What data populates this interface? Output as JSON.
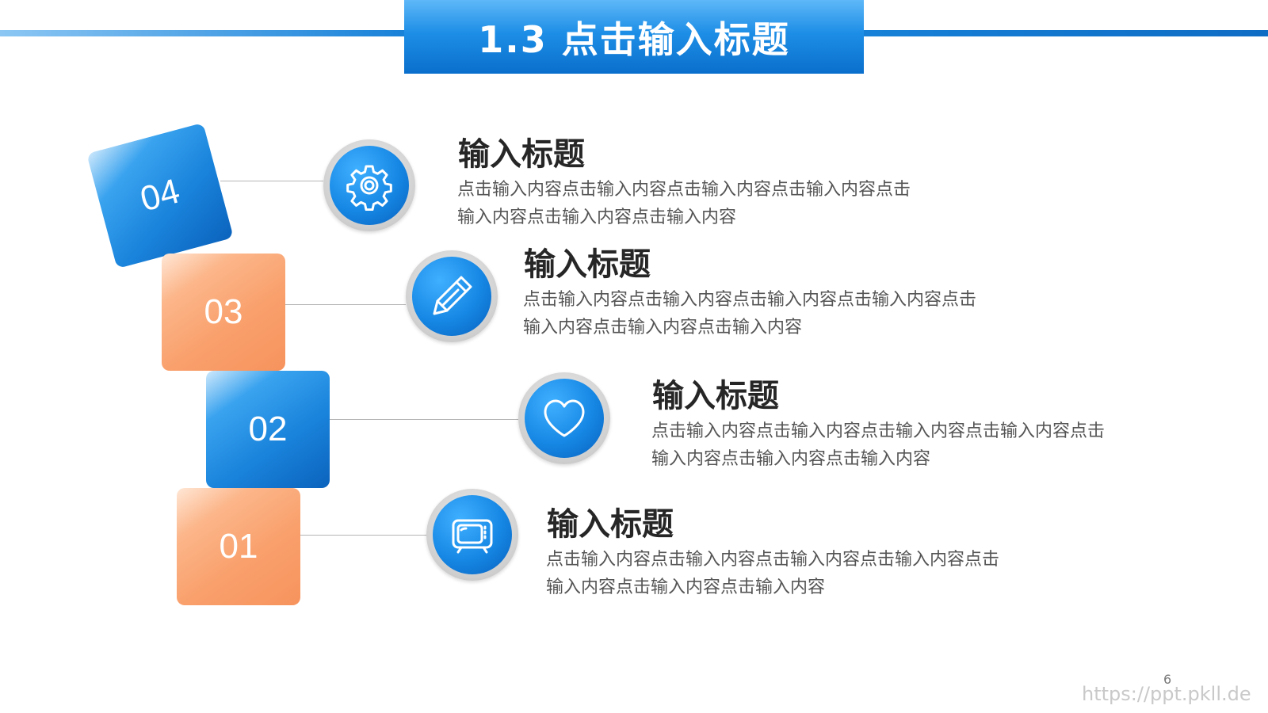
{
  "header": {
    "title": "1.3 点击输入标题"
  },
  "steps": [
    {
      "number": "04",
      "title": "输入标题",
      "line1": "点击输入内容点击输入内容点击输入内容点击输入内容点击",
      "line2": "输入内容点击输入内容点击输入内容",
      "icon": "gear-icon"
    },
    {
      "number": "03",
      "title": "输入标题",
      "line1": "点击输入内容点击输入内容点击输入内容点击输入内容点击",
      "line2": "输入内容点击输入内容点击输入内容",
      "icon": "pencil-icon"
    },
    {
      "number": "02",
      "title": "输入标题",
      "line1": "点击输入内容点击输入内容点击输入内容点击输入内容点击",
      "line2": "输入内容点击输入内容点击输入内容",
      "icon": "heart-icon"
    },
    {
      "number": "01",
      "title": "输入标题",
      "line1": "点击输入内容点击输入内容点击输入内容点击输入内容点击",
      "line2": "输入内容点击输入内容点击输入内容",
      "icon": "tv-icon"
    }
  ],
  "footer": {
    "page": "6",
    "watermark": "https://ppt.pkll.de"
  },
  "colors": {
    "blue": "#1a84dc",
    "orange": "#f9a06c",
    "text_dark": "#262626",
    "text_gray": "#555555"
  }
}
